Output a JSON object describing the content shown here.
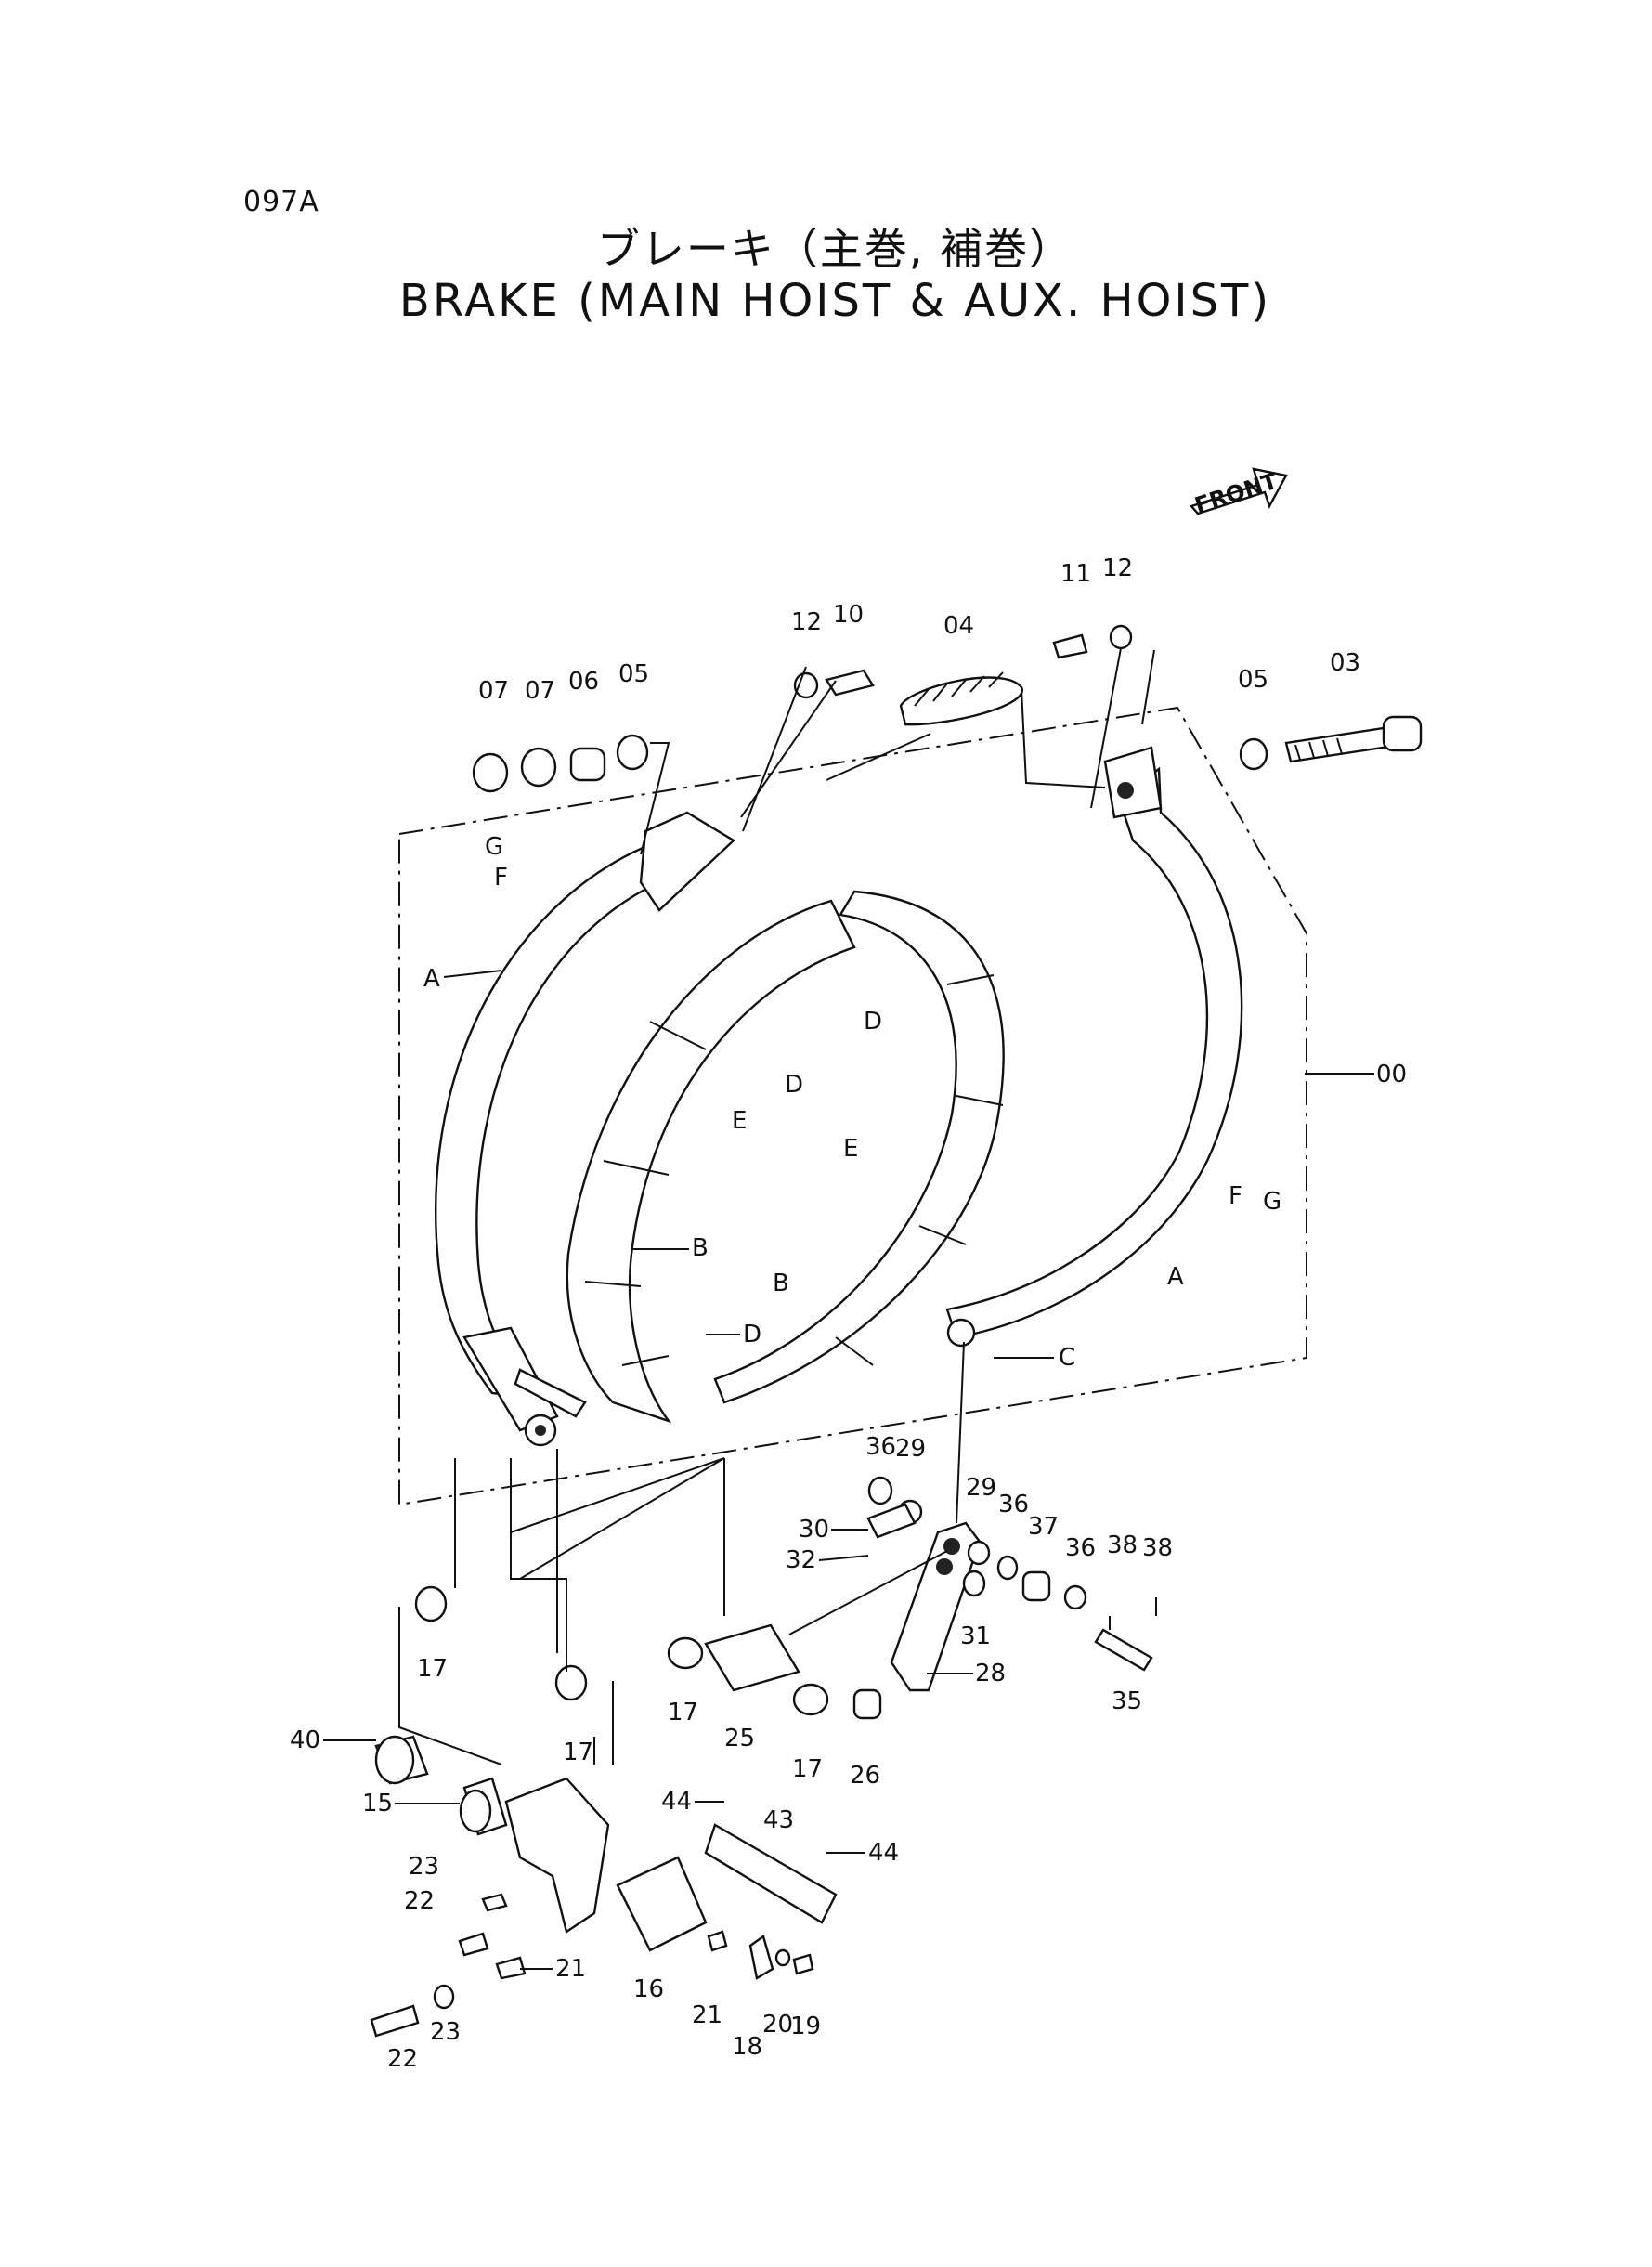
{
  "page": {
    "number": "097A"
  },
  "title": {
    "japanese": "ブレーキ（主巻, 補巻）",
    "english": "BRAKE (MAIN HOIST & AUX. HOIST)"
  },
  "direction_marker": {
    "label": "FRONT",
    "icon": "arrow-icon"
  },
  "callouts": {
    "c00": "00",
    "c03": "03",
    "c04": "04",
    "c05a": "05",
    "c05b": "05",
    "c06": "06",
    "c07a": "07",
    "c07b": "07",
    "c10": "10",
    "c11": "11",
    "c12a": "12",
    "c12b": "12",
    "c15": "15",
    "c16": "16",
    "c17a": "17",
    "c17b": "17",
    "c17c": "17",
    "c17d": "17",
    "c18": "18",
    "c19": "19",
    "c20": "20",
    "c21a": "21",
    "c21b": "21",
    "c22a": "22",
    "c22b": "22",
    "c23a": "23",
    "c23b": "23",
    "c25": "25",
    "c26": "26",
    "c28": "28",
    "c29a": "29",
    "c29b": "29",
    "c30": "30",
    "c31": "31",
    "c32": "32",
    "c35": "35",
    "c36a": "36",
    "c36b": "36",
    "c36c": "36",
    "c37": "37",
    "c38a": "38",
    "c38b": "38",
    "c40": "40",
    "c43": "43",
    "c44a": "44",
    "c44b": "44",
    "lA1": "A",
    "lA2": "A",
    "lB1": "B",
    "lB2": "B",
    "lC": "C",
    "lD1": "D",
    "lD2": "D",
    "lD3": "D",
    "lE1": "E",
    "lE2": "E",
    "lF1": "F",
    "lF2": "F",
    "lG1": "G",
    "lG2": "G"
  }
}
